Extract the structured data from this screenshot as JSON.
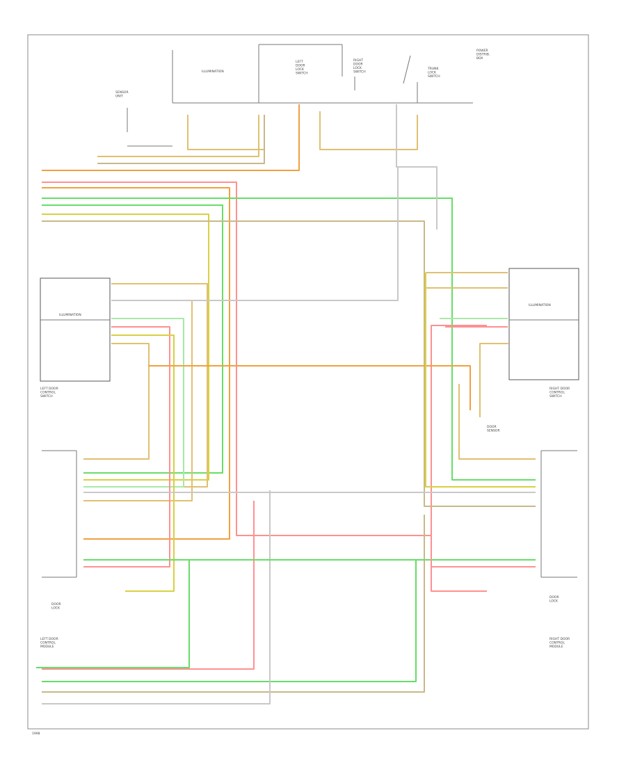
{
  "colors": {
    "tan": "#e0c070",
    "yel_vio": "#d8d040",
    "orange": "#f0a040",
    "red": "#ff9090",
    "green": "#66dd66",
    "brn_wht": "#c8b888",
    "gry_blk": "#c8c8c8",
    "wht_grn": "#a8e8a8"
  },
  "labels": {
    "switch_top": "LEFT\nDOOR\nLOCK\nSWITCH",
    "switch_top2": "RIGHT\nDOOR\nLOCK\nSWITCH",
    "switch_top3": "TRUNK\nLOCK\nSWITCH",
    "power_dist": "POWER\nDISTRIB.\nBOX",
    "illum_top": "ILLUMINATION",
    "sensor_top": "SENSOR\nUNIT",
    "left_switch": "LEFT DOOR\nCONTROL\nSWITCH",
    "right_switch": "RIGHT DOOR\nCONTROL\nSWITCH",
    "illum_left": "ILLUMINATION",
    "illum_right": "ILLUMINATION",
    "left_module": "LEFT DOOR\nCONTROL\nMODULE",
    "right_module": "RIGHT DOOR\nCONTROL\nMODULE",
    "left_lock": "DOOR\nLOCK",
    "right_lock": "DOOR\nLOCK",
    "door_sensor": "DOOR\nSENSOR",
    "footer": "1998"
  }
}
